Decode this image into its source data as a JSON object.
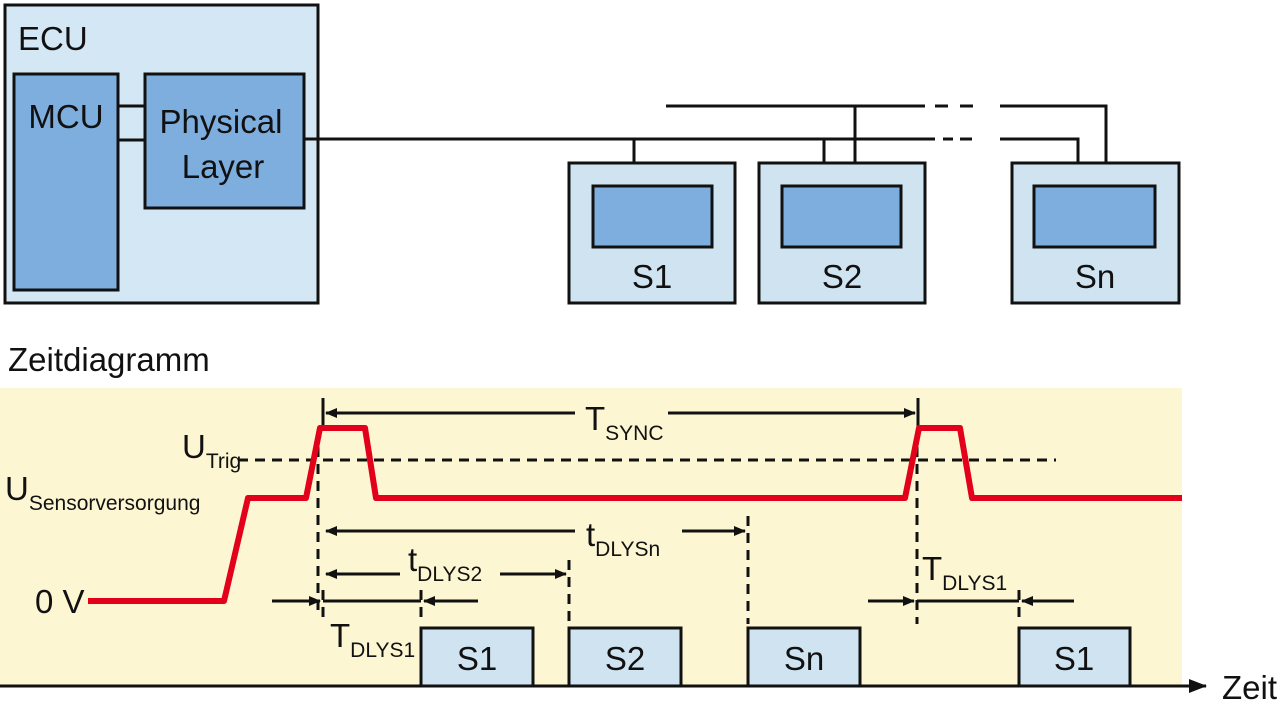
{
  "block_diagram": {
    "ecu_label": "ECU",
    "mcu_label": "MCU",
    "physical_layer_line1": "Physical",
    "physical_layer_line2": "Layer",
    "sensors": [
      "S1",
      "S2",
      "Sn"
    ]
  },
  "timing_diagram": {
    "title": "Zeitdiagramm",
    "u_trig_main": "U",
    "u_trig_sub": "Trig",
    "u_supply_main": "U",
    "u_supply_sub": "Sensorversorgung",
    "zero_volt": "0 V",
    "t_sync_main": "T",
    "t_sync_sub": "SYNC",
    "t_dlysn_main": "t",
    "t_dlysn_sub": "DLYSn",
    "t_dlys2_main": "t",
    "t_dlys2_sub": "DLYS2",
    "t_dlys1_main": "T",
    "t_dlys1_sub": "DLYS1",
    "t_dlys1b_main": "T",
    "t_dlys1b_sub": "DLYS1",
    "time_axis": "Zeit",
    "slots": [
      "S1",
      "S2",
      "Sn",
      "S1"
    ]
  },
  "colors": {
    "ecu_fill": "#d4e7f4",
    "block_fill": "#7eaede",
    "sensor_fill": "#cfe3f1",
    "timing_bg": "#fdf6d2",
    "signal": "#e2001a",
    "line": "#111111"
  }
}
